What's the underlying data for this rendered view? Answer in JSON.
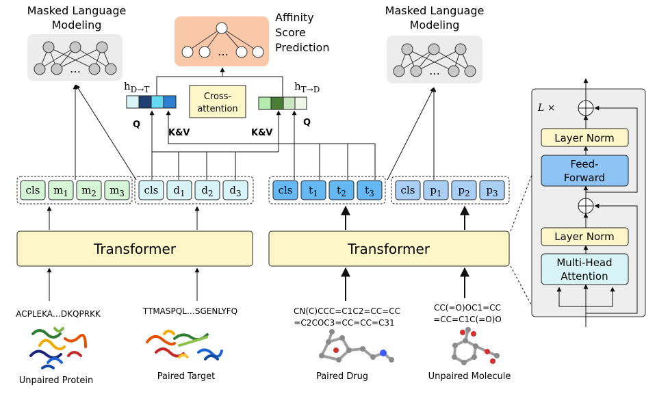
{
  "mlm_left": {
    "line1": "Masked Language",
    "line2": "Modeling"
  },
  "mlm_right": {
    "line1": "Masked Language",
    "line2": "Modeling"
  },
  "affinity": {
    "line1": "Affinity",
    "line2": "Score",
    "line3": "Prediction"
  },
  "cross_attention": {
    "line1": "Cross-",
    "line2": "attention"
  },
  "ellipsis": "…",
  "h_dt": {
    "h": "h",
    "sub": "D→T"
  },
  "h_td": {
    "h": "h",
    "sub": "T→D"
  },
  "q_label": "Q",
  "kv_label": "K&V",
  "tokens": {
    "protein": [
      {
        "base": "cls",
        "sub": ""
      },
      {
        "base": "m",
        "sub": "1"
      },
      {
        "base": "m",
        "sub": "2"
      },
      {
        "base": "m",
        "sub": "3"
      }
    ],
    "target": [
      {
        "base": "cls",
        "sub": ""
      },
      {
        "base": "d",
        "sub": "1"
      },
      {
        "base": "d",
        "sub": "2"
      },
      {
        "base": "d",
        "sub": "3"
      }
    ],
    "drug": [
      {
        "base": "cls",
        "sub": ""
      },
      {
        "base": "t",
        "sub": "1"
      },
      {
        "base": "t",
        "sub": "2"
      },
      {
        "base": "t",
        "sub": "3"
      }
    ],
    "molecule": [
      {
        "base": "cls",
        "sub": ""
      },
      {
        "base": "p",
        "sub": "1"
      },
      {
        "base": "p",
        "sub": "2"
      },
      {
        "base": "p",
        "sub": "3"
      }
    ]
  },
  "transformer_label": "Transformer",
  "inputs": {
    "protein_seq": "ACPLEKA…DKQPRKK",
    "target_seq": "TTMASPQL…SGENLYFQ",
    "drug_smiles_1": "CN(C)CCC=C1C2=CC=CC",
    "drug_smiles_2": "=C2COC3=CC=CC=C31",
    "molecule_smiles_1": "CC(=O)OC1=CC",
    "molecule_smiles_2": "=CC=C1C(=O)O"
  },
  "captions": {
    "protein": "Unpaired Protein",
    "target": "Paired Target",
    "drug": "Paired Drug",
    "molecule": "Unpaired Molecule"
  },
  "block": {
    "repeat": "L ×",
    "layer_norm_top": "Layer Norm",
    "ffn_1": "Feed-",
    "ffn_2": "Forward",
    "layer_norm_bottom": "Layer Norm",
    "mha_1": "Multi-Head",
    "mha_2": "Attention"
  },
  "colors": {
    "transformer_fill": "#fdf6c8",
    "protein_token": "#d6f5d6",
    "target_token": "#d9f4f7",
    "drug_token": "#66b8f2",
    "molecule_token": "#a9cff5",
    "affinity_bg": "#f8c8a8",
    "mlm_bg": "#ececec",
    "ffn_fill": "#8ec3f5",
    "mha_fill": "#d9f4f7"
  }
}
